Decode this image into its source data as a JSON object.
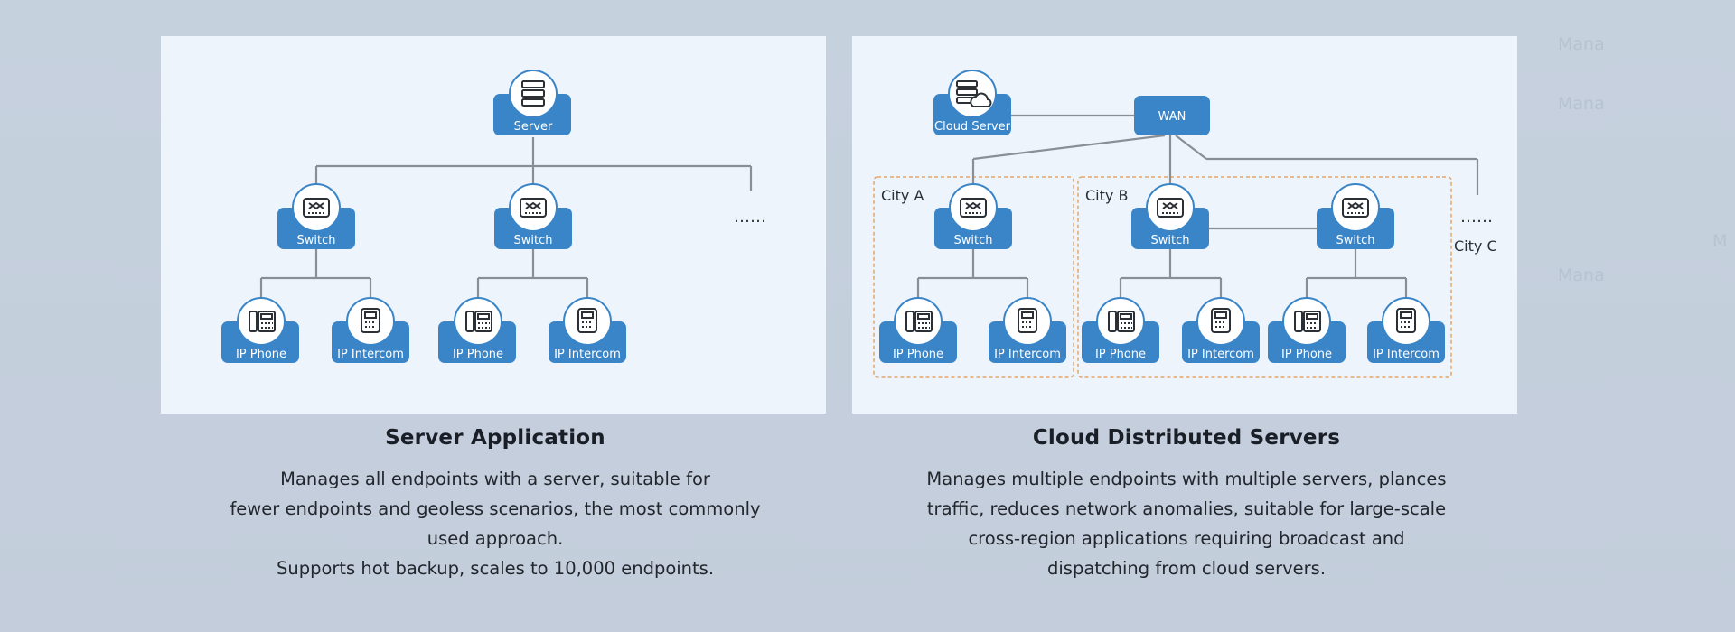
{
  "left": {
    "title": "Server Application",
    "description": [
      "Manages all endpoints with a server, suitable for",
      "fewer endpoints and geoless scenarios, the most commonly",
      "used approach.",
      "Supports hot backup, scales to 10,000 endpoints."
    ],
    "diagram": {
      "server_label": "Server",
      "switch_label": "Switch",
      "phone_label": "IP Phone",
      "intercom_label": "IP Intercom",
      "ellipsis": "……"
    }
  },
  "right": {
    "title": "Cloud Distributed Servers",
    "description": [
      "Manages multiple endpoints with multiple servers, plances",
      "traffic, reduces network anomalies, suitable for large-scale",
      "cross-region applications requiring broadcast and",
      "dispatching from cloud servers."
    ],
    "diagram": {
      "cloud_server_label": "Cloud Server",
      "wan_label": "WAN",
      "city_a": "City A",
      "city_b": "City B",
      "city_c": "City C",
      "switch_label": "Switch",
      "phone_label": "IP Phone",
      "intercom_label": "IP Intercom",
      "ellipsis": "……"
    }
  },
  "colors": {
    "node_blue": "#3a85c8",
    "line_gray": "#8a8f96",
    "region_border": "#e0a66a"
  }
}
